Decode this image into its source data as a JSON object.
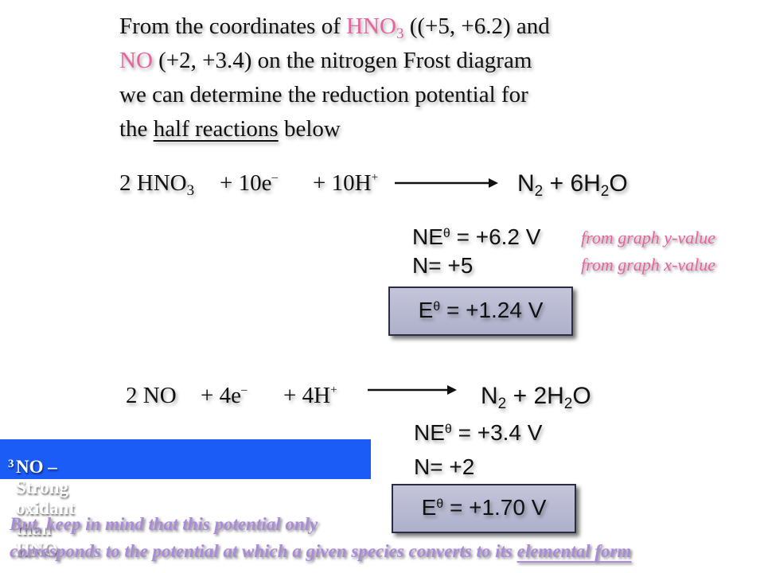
{
  "intro": {
    "l1_a": "From the coordinates of ",
    "l1_b": "HNO",
    "l1_b_sub": "3",
    "l1_c": " ((+5, +6.2) and",
    "l2_a": "NO",
    "l2_b": " (+2, +3.4) on the nitrogen Frost diagram",
    "l3": "we can determine the reduction potential for",
    "l4_a": "the ",
    "l4_b": "half reactions",
    "l4_c": " below"
  },
  "reaction1": {
    "coef": "2 HNO",
    "coef_sub": "3",
    "electrons": "+ 10e",
    "electrons_sup": "–",
    "protons": "+ 10H",
    "protons_sup": "+",
    "prod_a": "N",
    "prod_a_sub": "2",
    "prod_b": " + 6H",
    "prod_b_sub": "2",
    "prod_c": "O",
    "ne_pre": "NE",
    "ne_sup": "θ",
    "ne_post": " = +6.2 V",
    "n": "N= +5",
    "e_pre": "E",
    "e_sup": "θ",
    "e_post": " = +1.24 V",
    "note_y": "from graph y-value",
    "note_x": "from graph x-value"
  },
  "reaction2": {
    "coef": "2 NO",
    "electrons": "+ 4e",
    "electrons_sup": "–",
    "protons": "+ 4H",
    "protons_sup": "+",
    "prod_a": "N",
    "prod_a_sub": "2",
    "prod_b": " + 2H",
    "prod_b_sub": "2",
    "prod_c": "O",
    "ne_pre": "NE",
    "ne_sup": "θ",
    "ne_post": " = +3.4 V",
    "n": "N= +2",
    "e_pre": "E",
    "e_sup": "θ",
    "e_post": " = +1.70 V"
  },
  "callout": {
    "text": "NO – Strong oxidant than HNO",
    "sub": "3"
  },
  "footer": {
    "line1": "But, keep in mind that this potential only",
    "line2_a": "corresponds to the potential at which a given species converts to its ",
    "line2_b": "elemental form"
  },
  "colors": {
    "highlight": "#e8629e",
    "callout_bg": "#1a5cf5",
    "footer_text": "#a98bd8",
    "box_fill": "#b8bad2"
  }
}
